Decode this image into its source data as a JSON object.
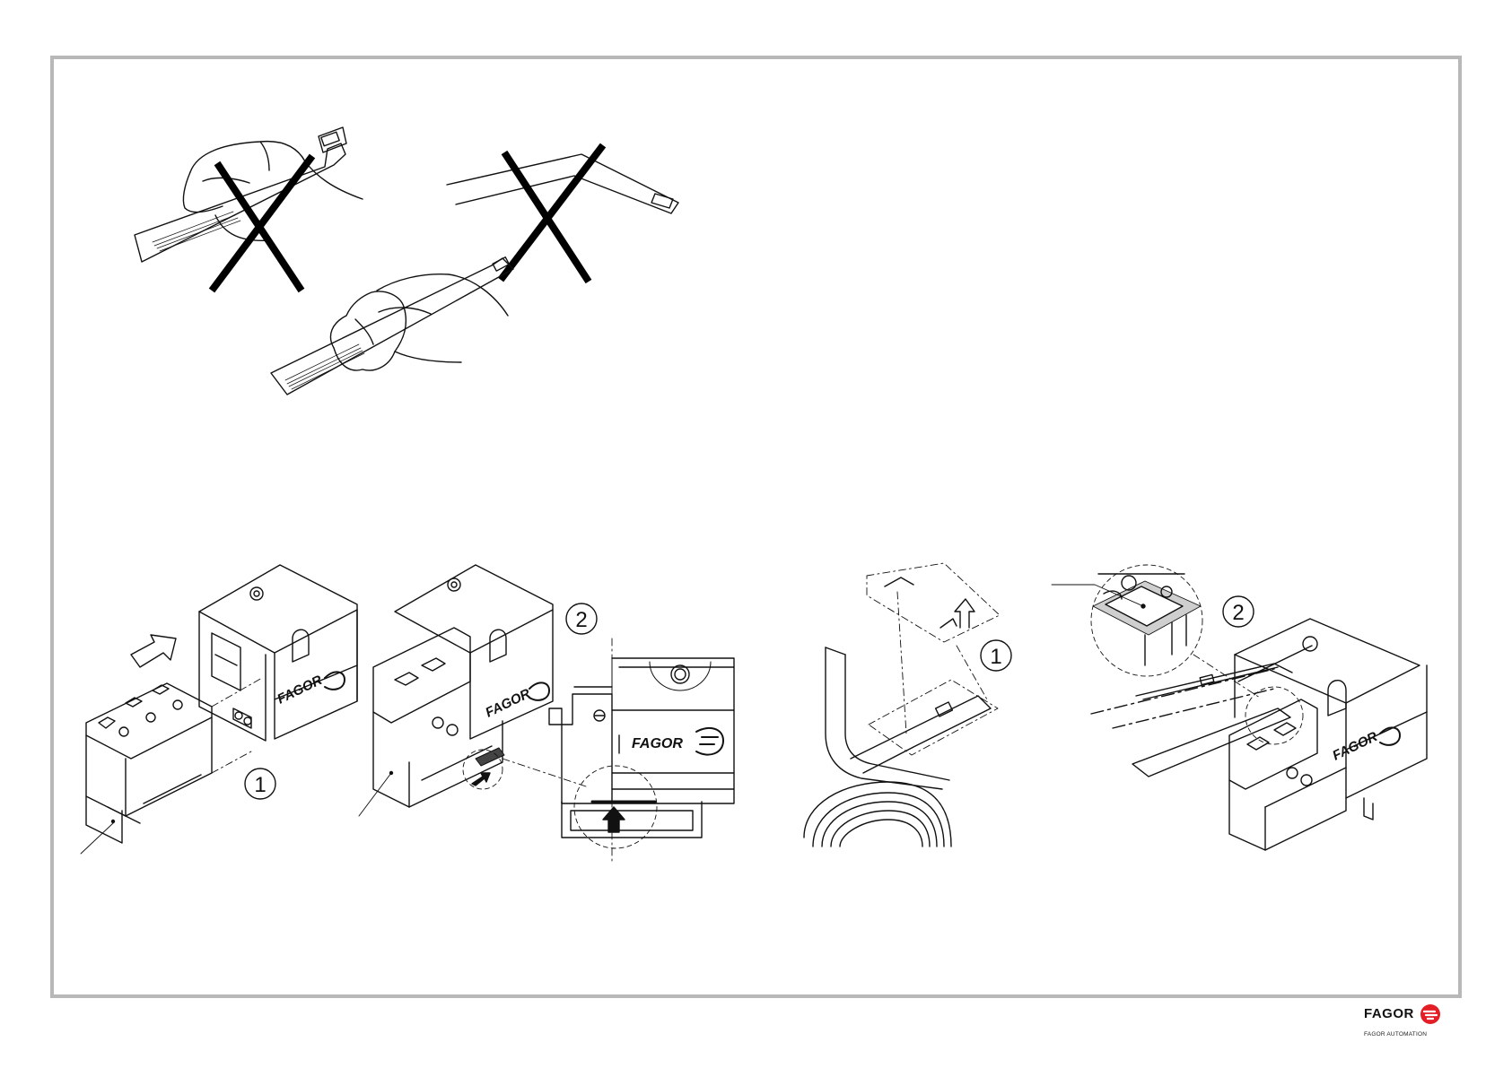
{
  "document": {
    "step_labels": {
      "left_step1": "1",
      "left_step2": "2",
      "right_step1": "1",
      "right_step2": "2"
    },
    "reader_brand": "FAGOR",
    "footer": {
      "logo_word": "FAGOR",
      "logo_subtitle": "FAGOR AUTOMATION",
      "logo_color": "#e31e24"
    },
    "frame_color": "#b8b8b8",
    "prohibition_mark_color": "#000000"
  }
}
